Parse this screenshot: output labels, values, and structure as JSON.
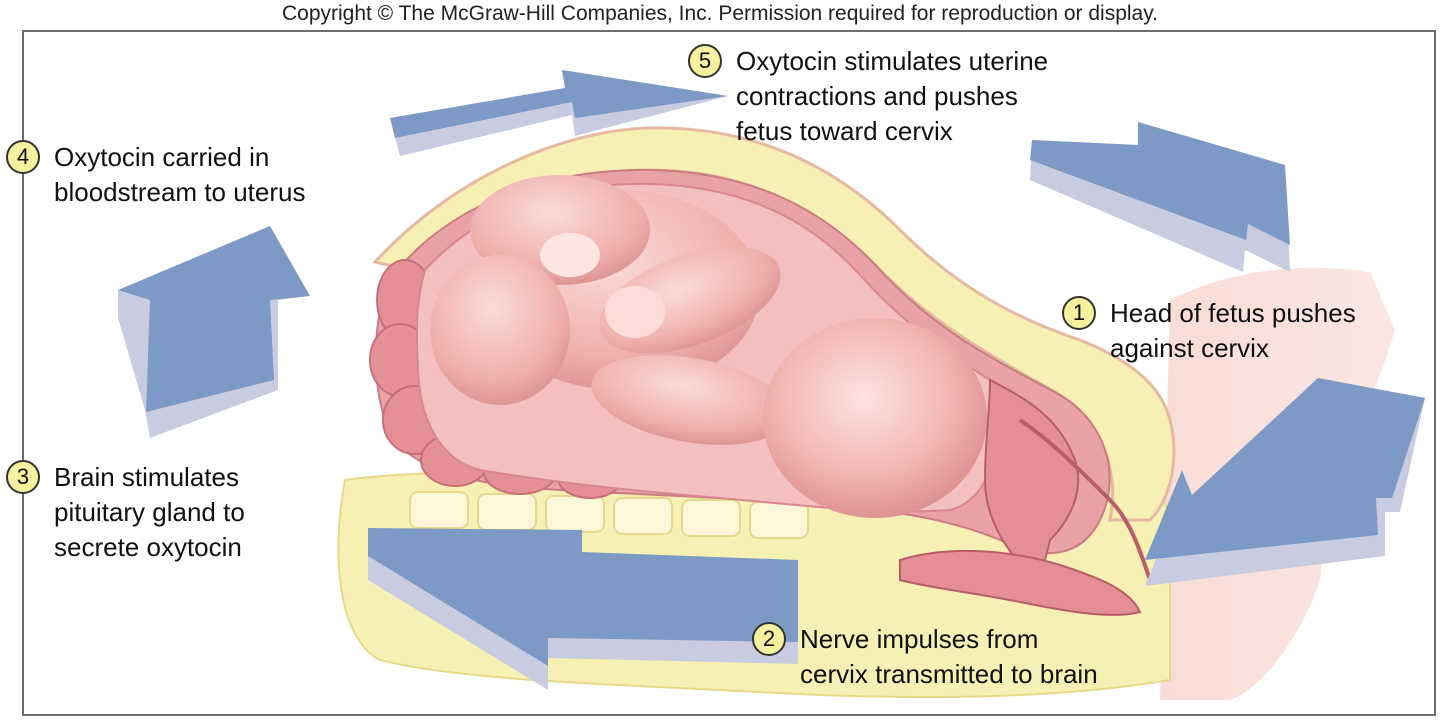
{
  "copyright": "Copyright © The McGraw-Hill Companies, Inc. Permission required for reproduction or display.",
  "steps": [
    {
      "number": "1",
      "lines": [
        "Head of fetus pushes",
        "against cervix"
      ]
    },
    {
      "number": "2",
      "lines": [
        "Nerve impulses from",
        "cervix transmitted to brain"
      ]
    },
    {
      "number": "3",
      "lines": [
        "Brain stimulates",
        "pituitary gland to",
        "secrete oxytocin"
      ]
    },
    {
      "number": "4",
      "lines": [
        "Oxytocin carried in",
        "bloodstream to uterus"
      ]
    },
    {
      "number": "5",
      "lines": [
        "Oxytocin stimulates uterine",
        "contractions and pushes",
        "fetus toward cervix"
      ]
    }
  ],
  "colors": {
    "arrow_top": "#7d9ac6",
    "arrow_side": "#c9cce0",
    "skin": "#f6cbc6",
    "tissue": "#e9a2a6",
    "fat": "#f7f0b4",
    "badge": "#f6f19e"
  }
}
